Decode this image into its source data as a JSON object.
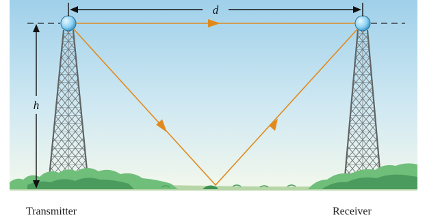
{
  "figure": {
    "distance_label": "d",
    "height_label": "h",
    "transmitter_label": "Transmitter",
    "receiver_label": "Receiver"
  },
  "colors": {
    "sky_top": "#9fd0ea",
    "sky_bottom": "#f3f8ec",
    "ray": "#e08a1e",
    "tower": "#6f7475",
    "antenna": "#8fd3f5",
    "vegetation": "#6fbf7a",
    "vegetation_dark": "#3f8f55",
    "ground": "#b7d6a8"
  },
  "icons": [
    "transmitter-tower-icon",
    "receiver-tower-icon",
    "antenna-sphere-icon",
    "arrowhead-icon"
  ]
}
